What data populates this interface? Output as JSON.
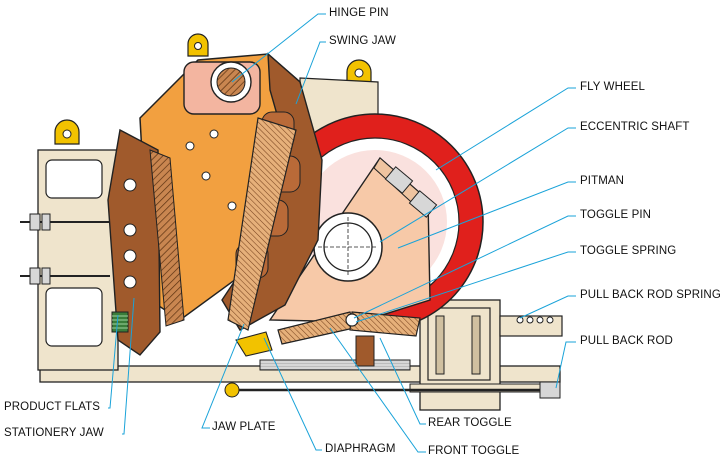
{
  "labels": {
    "hinge_pin": "HINGE PIN",
    "swing_jaw": "SWING JAW",
    "fly_wheel": "FLY WHEEL",
    "eccentric_shaft": "ECCENTRIC SHAFT",
    "pitman": "PITMAN",
    "toggle_pin": "TOGGLE PIN",
    "toggle_spring": "TOGGLE SPRING",
    "pull_back_rod_spring": "PULL BACK ROD SPRING",
    "pull_back_rod": "PULL BACK ROD",
    "product_flats": "PRODUCT FLATS",
    "stationery_jaw": "STATIONERY JAW",
    "jaw_plate": "JAW PLATE",
    "diaphragm": "DIAPHRAGM",
    "rear_toggle": "REAR TOGGLE",
    "front_toggle": "FRONT TOGGLE"
  },
  "colors": {
    "leader_line": "#1aa3d9",
    "fly_wheel": "#e0201c",
    "swing_jaw_body": "#f2a040",
    "jaw_brown": "#a05a2c",
    "pitman": "#f7c9a8",
    "frame": "#efe4cc",
    "lug_yellow": "#f2c200",
    "spring_green": "#3a7d3a"
  }
}
